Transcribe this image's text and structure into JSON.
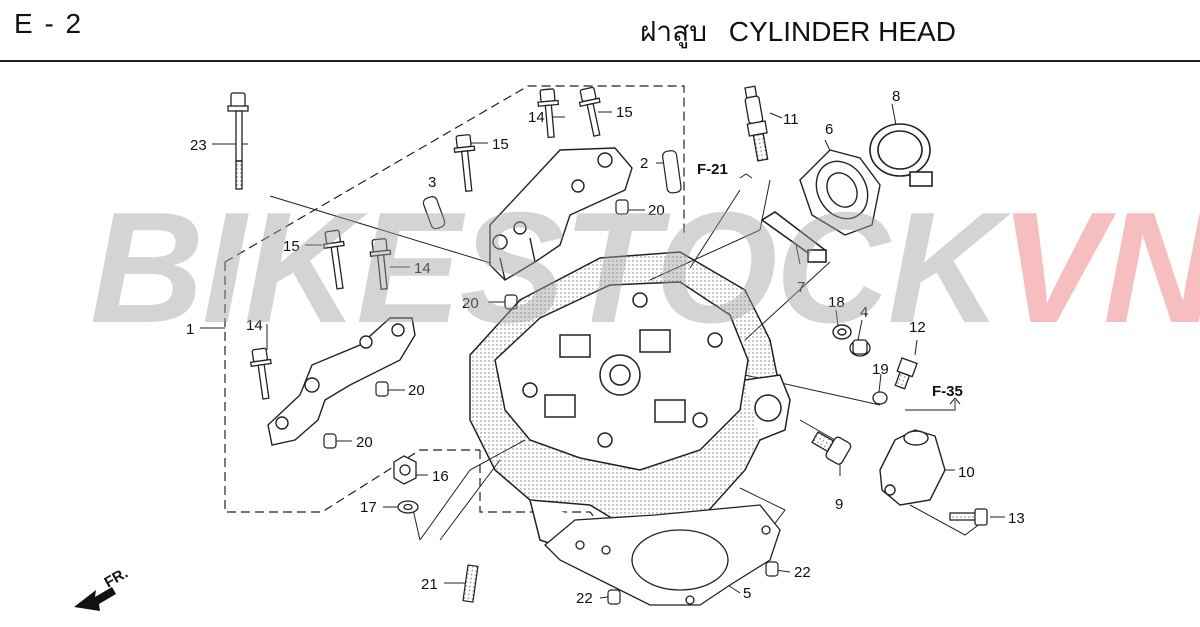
{
  "header": {
    "page_code": "E - 2",
    "title_thai": "ฝาสูบ",
    "title_en": "CYLINDER HEAD"
  },
  "watermark": {
    "part1": "BIKESTOCK",
    "part2": "VN",
    "colors": {
      "grey": "#a0a0a0",
      "red": "#eb6e6e"
    }
  },
  "diagram": {
    "references": {
      "f21": "F-21",
      "f35": "F-35"
    },
    "front_arrow": "FR.",
    "callouts": {
      "c1": "1",
      "c2": "2",
      "c3": "3",
      "c4": "4",
      "c5": "5",
      "c6": "6",
      "c7": "7",
      "c8": "8",
      "c9": "9",
      "c10": "10",
      "c11": "11",
      "c12": "12",
      "c13": "13",
      "c14a": "14",
      "c14b": "14",
      "c14c": "14",
      "c15a": "15",
      "c15b": "15",
      "c15c": "15",
      "c16": "16",
      "c17": "17",
      "c18": "18",
      "c19": "19",
      "c20a": "20",
      "c20b": "20",
      "c20c": "20",
      "c20d": "20",
      "c21": "21",
      "c22a": "22",
      "c22b": "22",
      "c23": "23"
    }
  }
}
